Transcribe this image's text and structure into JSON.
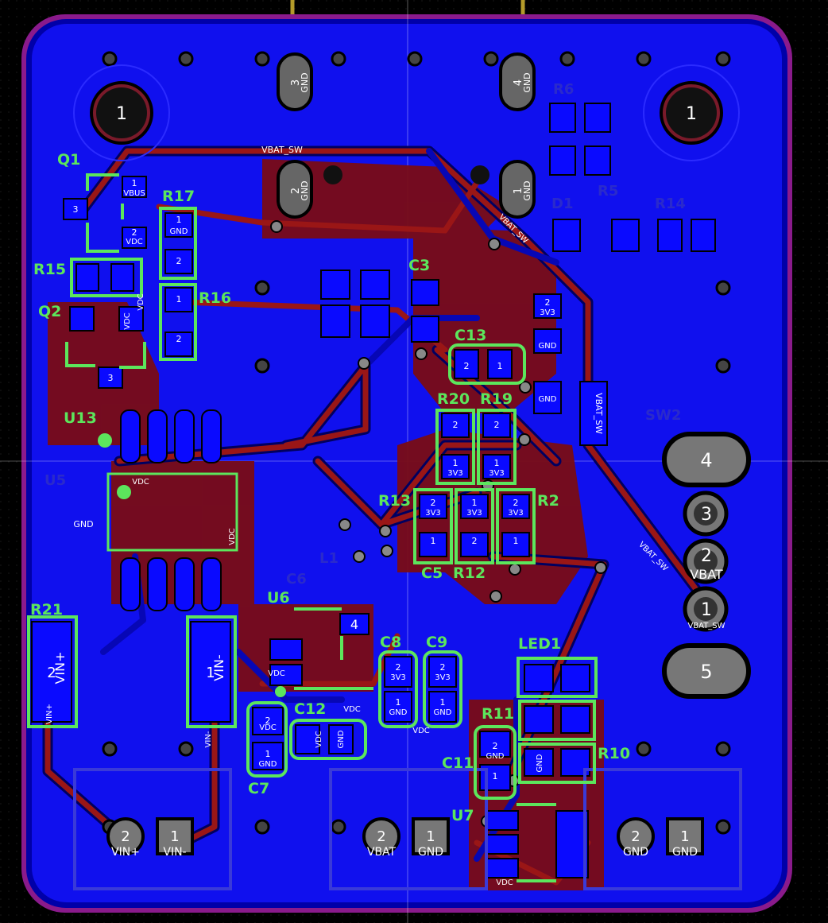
{
  "colors": {
    "background": "#000000",
    "outline": "#8a1a8c",
    "copper_bottom": "#1010ee",
    "copper_top": "#8a1010",
    "silk": "#5ce65c",
    "pad": "#0a0aff",
    "pad_text": "#ffffff",
    "thru_hole": "#555555",
    "usb": "#b49b2a"
  },
  "refdes": {
    "q1": "Q1",
    "q2": "Q2",
    "r15": "R15",
    "r16": "R16",
    "r17": "R17",
    "u13": "U13",
    "u5": "U5",
    "r21": "R21",
    "u6": "U6",
    "c7": "C7",
    "c12": "C12",
    "c8": "C8",
    "c9": "C9",
    "c13": "C13",
    "r20": "R20",
    "r19": "R19",
    "r13": "R13",
    "r2": "R2",
    "c5": "C5",
    "r12": "R12",
    "led1": "LED1",
    "r11": "R11",
    "r10": "R10",
    "c11": "C11",
    "u7": "U7",
    "d1": "D1",
    "r14": "R14",
    "r6": "R6",
    "r5": "R5",
    "sw2": "SW2",
    "c3": "C3",
    "c6": "C6",
    "l1": "L1"
  },
  "nets": {
    "vbat_sw": "VBAT_SW",
    "vdc": "VDC",
    "vbus": "VBUS",
    "gnd": "GND",
    "v3v3": "3V3",
    "vin_p": "VIN+",
    "vin_n": "VIN-",
    "vbat": "VBAT"
  },
  "pins": {
    "p1": "1",
    "p2": "2",
    "p3": "3",
    "p4": "4",
    "p5": "5"
  },
  "mounting_holes": [
    "1",
    "1"
  ],
  "usb_pins": [
    "3",
    "4",
    "2",
    "1"
  ],
  "switch_pins": [
    "4",
    "3",
    "2",
    "1",
    "5"
  ],
  "switch_pin_labels": [
    "VBAT",
    "VBAT_SW"
  ],
  "connectors": [
    {
      "pins": [
        "2",
        "1"
      ],
      "labels": [
        "VIN+",
        "VIN-"
      ]
    },
    {
      "pins": [
        "2",
        "1"
      ],
      "labels": [
        "VBAT",
        "GND"
      ]
    },
    {
      "pins": [
        "2",
        "1"
      ],
      "labels": [
        "GND",
        "GND"
      ]
    }
  ]
}
